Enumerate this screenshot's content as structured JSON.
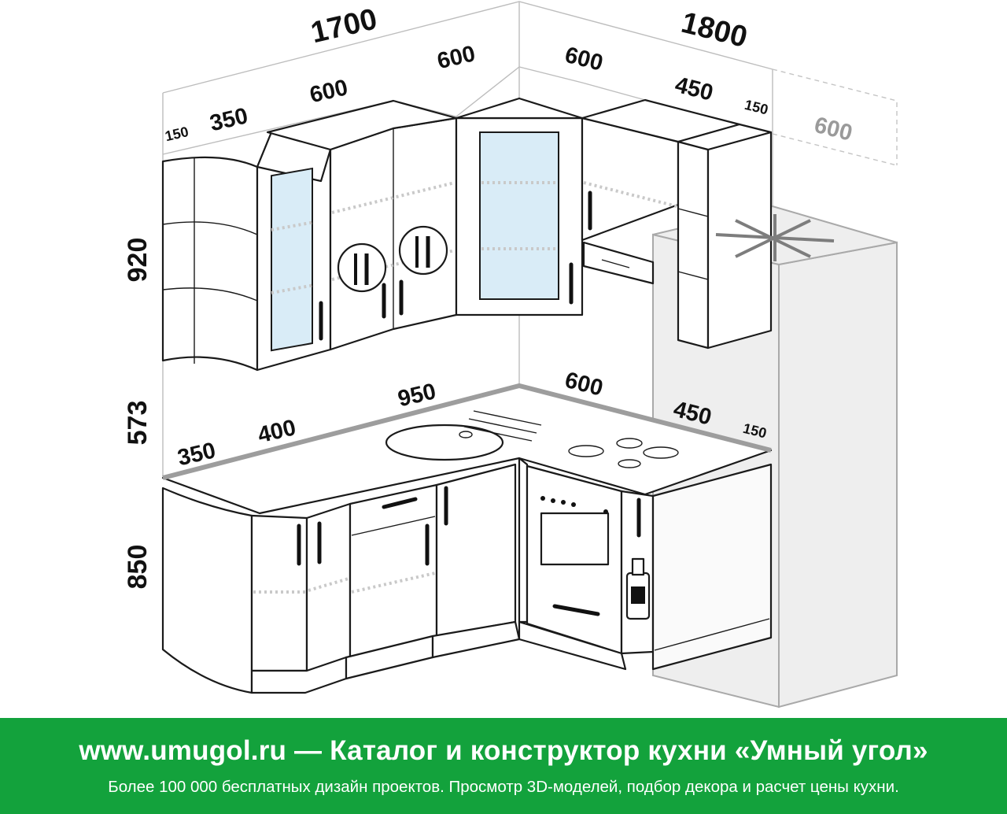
{
  "dimensions": {
    "top_left_total": "1700",
    "top_right_total": "1800",
    "upper_left_corner_shelf": "150",
    "upper_left_glass": "350",
    "upper_left_double": "600",
    "upper_corner_left": "600",
    "upper_corner_right": "600",
    "upper_right_hood": "450",
    "upper_right_shelf": "150",
    "fridge_width": "600",
    "height_upper": "920",
    "height_gap": "573",
    "height_base": "850",
    "base_left_corner": "350",
    "base_left_sink_front": "400",
    "base_left_run": "950",
    "base_right_run": "600",
    "base_right_hob": "450",
    "base_right_end": "150"
  },
  "icons": {
    "cutlery": "fork-knife-plate-icon",
    "snowflake": "snowflake-icon",
    "bottle": "bottle-icon"
  },
  "colors": {
    "banner_bg": "#13a23c",
    "glass": "#d9ecf7",
    "fridge": "#ebebeb"
  },
  "banner": {
    "headline": "www.umugol.ru  —  Каталог и конструктор кухни «Умный угол»",
    "subline": "Более 100 000 бесплатных дизайн проектов. Просмотр 3D-моделей, подбор декора и расчет цены кухни."
  }
}
